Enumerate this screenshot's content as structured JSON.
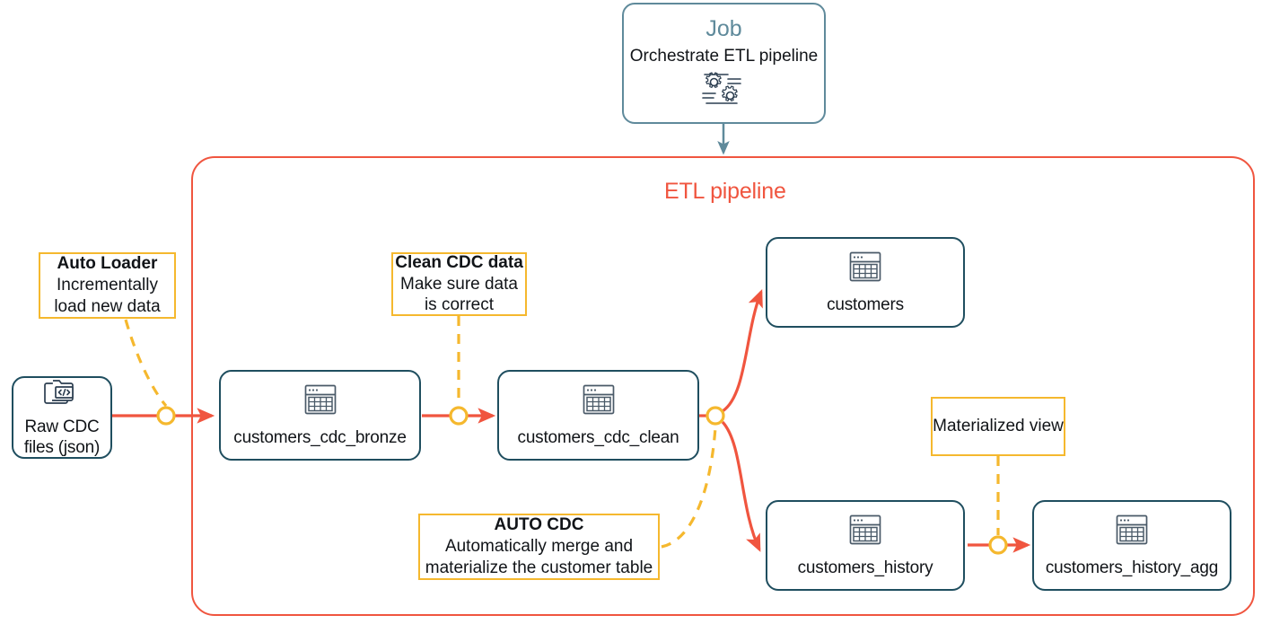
{
  "diagram": {
    "title": "ETL pipeline diagram",
    "colors": {
      "node_border": "#1F4E5F",
      "job_border": "#5F8A9B",
      "job_title": "#5F8A9B",
      "pipeline_border": "#F0553F",
      "pipeline_title": "#F0553F",
      "flow_arrow": "#F0553F",
      "annotation_border": "#F5B82E",
      "annotation_line": "#F5B82E",
      "text": "#111418",
      "background": "#FFFFFF"
    }
  },
  "job": {
    "title": "Job",
    "subtitle": "Orchestrate ETL pipeline",
    "icon": "gears-icon"
  },
  "pipeline": {
    "title": "ETL pipeline"
  },
  "nodes": {
    "source": {
      "label_line1": "Raw CDC",
      "label_line2": "files (json)",
      "icon": "folder-code-icon"
    },
    "bronze": {
      "label": "customers_cdc_bronze",
      "icon": "table-icon"
    },
    "clean": {
      "label": "customers_cdc_clean",
      "icon": "table-icon"
    },
    "customers": {
      "label": "customers",
      "icon": "table-icon"
    },
    "history": {
      "label": "customers_history",
      "icon": "table-icon"
    },
    "history_agg": {
      "label": "customers_history_agg",
      "icon": "table-icon"
    }
  },
  "annotations": {
    "auto_loader": {
      "heading": "Auto Loader",
      "line1": "Incrementally",
      "line2": "load new data"
    },
    "clean_cdc": {
      "heading": "Clean CDC data",
      "line1": "Make sure data",
      "line2": "is correct"
    },
    "auto_cdc": {
      "heading": "AUTO CDC",
      "line1": "Automatically merge and",
      "line2": "materialize the customer table"
    },
    "materialized_view": {
      "heading": "Materialized view"
    }
  }
}
